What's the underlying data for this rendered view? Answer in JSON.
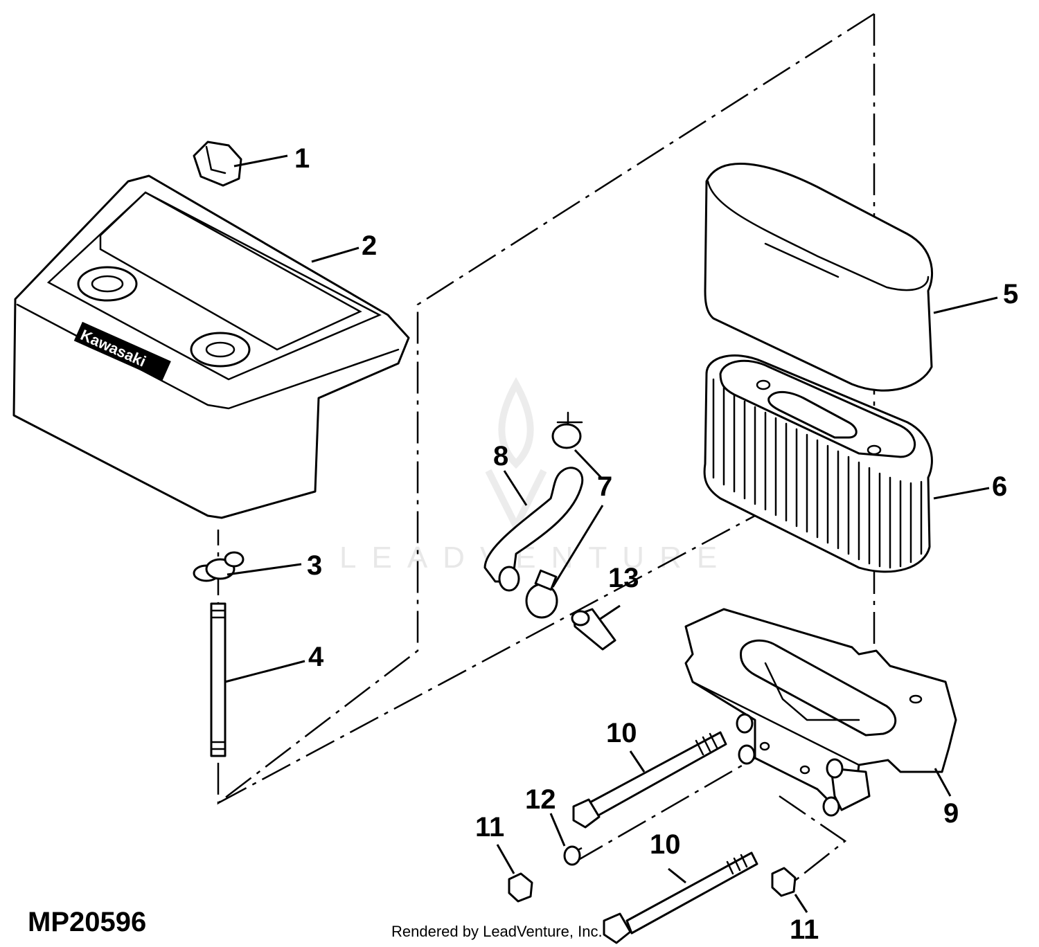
{
  "figure_id": "MP20596",
  "credit": "Rendered by LeadVenture, Inc.",
  "watermark": "LEADVENTURE",
  "cover_logo_text": "Kawasaki",
  "callouts": [
    {
      "id": "callout-1",
      "label": "1"
    },
    {
      "id": "callout-2",
      "label": "2"
    },
    {
      "id": "callout-3",
      "label": "3"
    },
    {
      "id": "callout-4",
      "label": "4"
    },
    {
      "id": "callout-5",
      "label": "5"
    },
    {
      "id": "callout-6",
      "label": "6"
    },
    {
      "id": "callout-7",
      "label": "7"
    },
    {
      "id": "callout-8",
      "label": "8"
    },
    {
      "id": "callout-9",
      "label": "9"
    },
    {
      "id": "callout-10a",
      "label": "10"
    },
    {
      "id": "callout-10b",
      "label": "10"
    },
    {
      "id": "callout-11a",
      "label": "11"
    },
    {
      "id": "callout-11b",
      "label": "11"
    },
    {
      "id": "callout-12",
      "label": "12"
    },
    {
      "id": "callout-13",
      "label": "13"
    }
  ]
}
